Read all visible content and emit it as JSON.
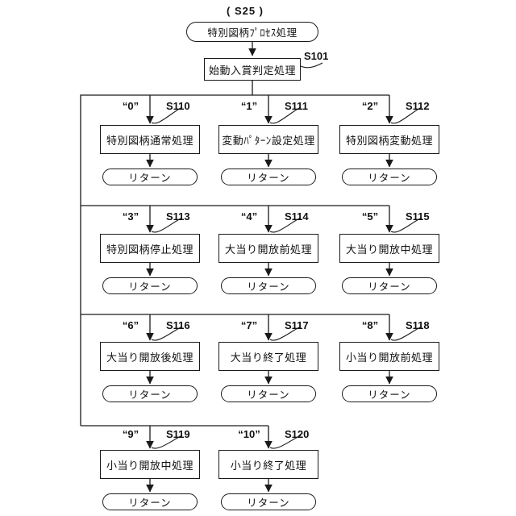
{
  "header": {
    "step_ref": "( S25 )",
    "start_label": "特別図柄ﾌﾟﾛｾｽ処理",
    "judge_label": "始動入賞判定処理",
    "judge_step": "S101"
  },
  "terminator": {
    "label": "リターン"
  },
  "branches": [
    {
      "code": "“0”",
      "step": "S110",
      "label": "特別図柄通常処理"
    },
    {
      "code": "“1”",
      "step": "S111",
      "label": "変動ﾊﾟﾀｰﾝ設定処理"
    },
    {
      "code": "“2”",
      "step": "S112",
      "label": "特別図柄変動処理"
    },
    {
      "code": "“3”",
      "step": "S113",
      "label": "特別図柄停止処理"
    },
    {
      "code": "“4”",
      "step": "S114",
      "label": "大当り開放前処理"
    },
    {
      "code": "“5”",
      "step": "S115",
      "label": "大当り開放中処理"
    },
    {
      "code": "“6”",
      "step": "S116",
      "label": "大当り開放後処理"
    },
    {
      "code": "“7”",
      "step": "S117",
      "label": "大当り終了処理"
    },
    {
      "code": "“8”",
      "step": "S118",
      "label": "小当り開放前処理"
    },
    {
      "code": "“9”",
      "step": "S119",
      "label": "小当り開放中処理"
    },
    {
      "code": "“10”",
      "step": "S120",
      "label": "小当り終了処理"
    }
  ]
}
